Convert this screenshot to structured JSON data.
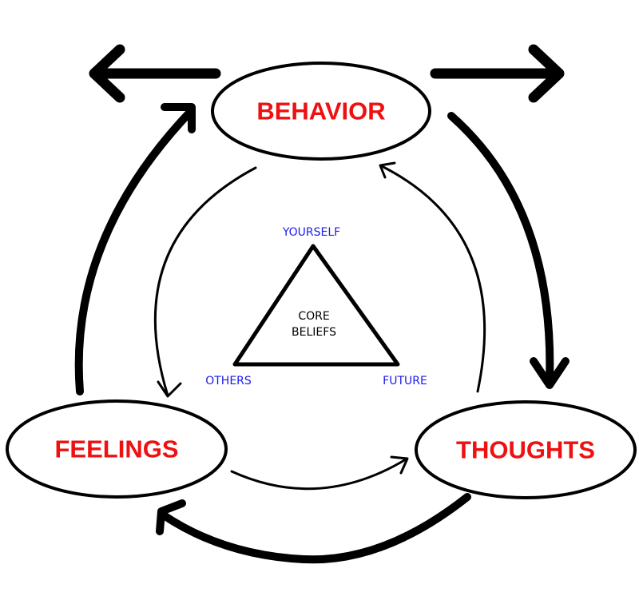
{
  "nodes": {
    "behavior": "BEHAVIOR",
    "thoughts": "THOUGHTS",
    "feelings": "FEELINGS"
  },
  "core": {
    "line1": "CORE",
    "line2": "BELIEFS"
  },
  "corners": {
    "top": "YOURSELF",
    "left": "OTHERS",
    "right": "FUTURE"
  },
  "colors": {
    "node_text": "#ee1111",
    "corner_text": "#1a1aee",
    "line": "#000000",
    "background": "#ffffff"
  }
}
